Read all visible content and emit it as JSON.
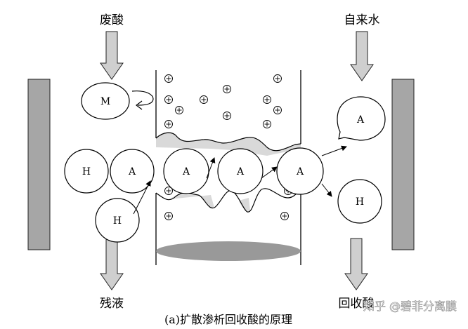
{
  "labels": {
    "waste_acid": "废酸",
    "tap_water": "自来水",
    "residual_liquid": "残液",
    "recovered_acid": "回收酸"
  },
  "ions": {
    "metal": "M",
    "hydrogen": "H",
    "anion": "A"
  },
  "caption": "(a)扩散渗析回收酸的原理",
  "watermark": "知乎 @碧菲分离膜"
}
